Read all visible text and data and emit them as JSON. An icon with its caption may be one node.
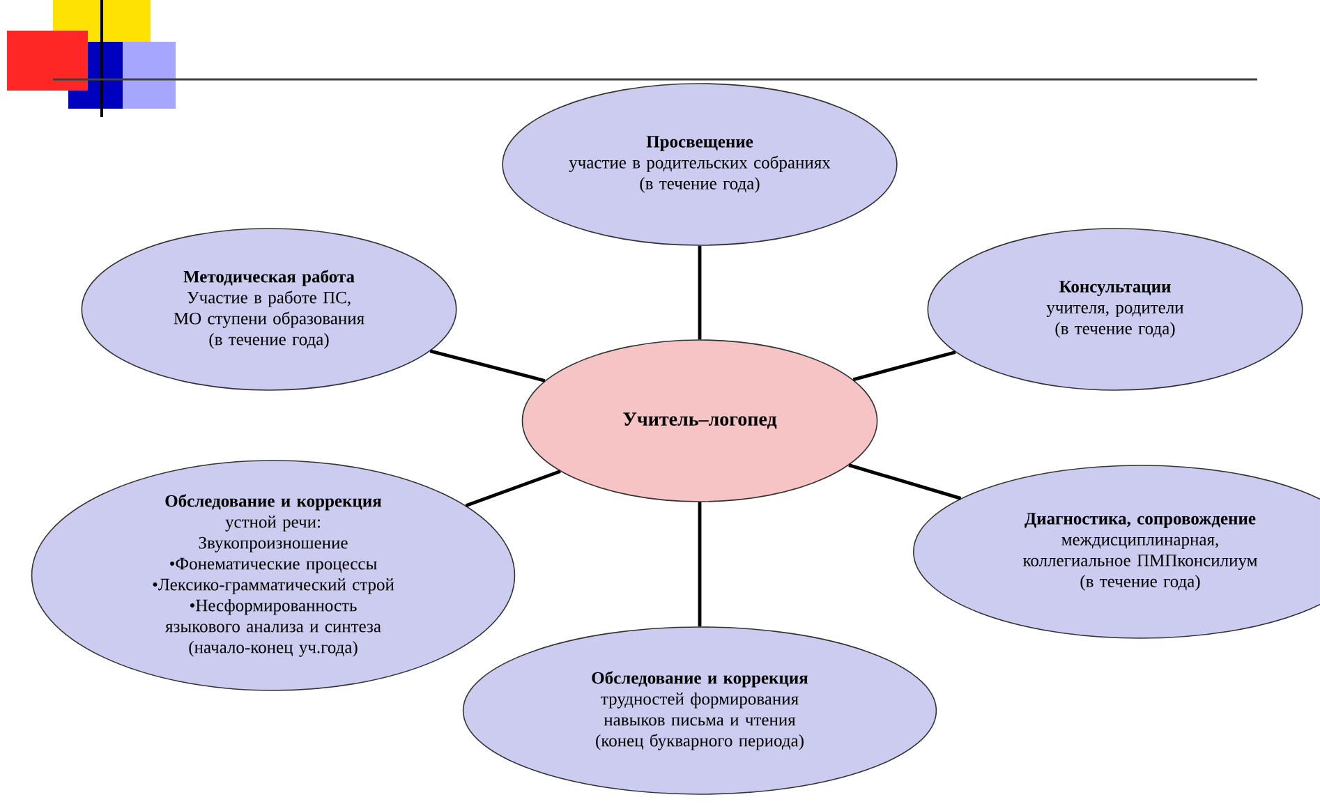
{
  "diagram": {
    "nodes": [
      {
        "text": [
          "Учитель–логопед"
        ]
      },
      {
        "text": [
          "Просвещение",
          "участие в родительских собраниях",
          "(в течение года)"
        ]
      },
      {
        "text": [
          "Консультации",
          "учителя, родители",
          "(в течение года)"
        ]
      },
      {
        "text": [
          "Диагностика, сопровождение",
          "междисциплинарная, коллегиальное ПМПконсилиум",
          "(в течение года)"
        ]
      },
      {
        "text": [
          "Обследование и коррекция",
          "трудностей формирования навыков письма и чтения",
          "(конец букварного периода)"
        ]
      },
      {
        "text": [
          "Обследование и коррекция",
          "устной речи:",
          "Звукопроизношение",
          "•Фонематические процессы",
          "•Лексико-грамматический строй",
          "•Несформированность языкового анализа и синтеза",
          "(начало-конец уч.года)"
        ]
      },
      {
        "text": [
          "Методическая работа",
          "Участие в работе ПС, МО ступени образования",
          "(в течение года)"
        ]
      }
    ],
    "edges": [
      {
        "from": 0,
        "to": 1,
        "arrow": "none"
      },
      {
        "from": 0,
        "to": 2,
        "arrow": "none"
      },
      {
        "from": 0,
        "to": 3,
        "arrow": "none"
      },
      {
        "from": 0,
        "to": 4,
        "arrow": "none"
      },
      {
        "from": 0,
        "to": 5,
        "arrow": "none"
      },
      {
        "from": 0,
        "to": 6,
        "arrow": "none"
      }
    ]
  }
}
